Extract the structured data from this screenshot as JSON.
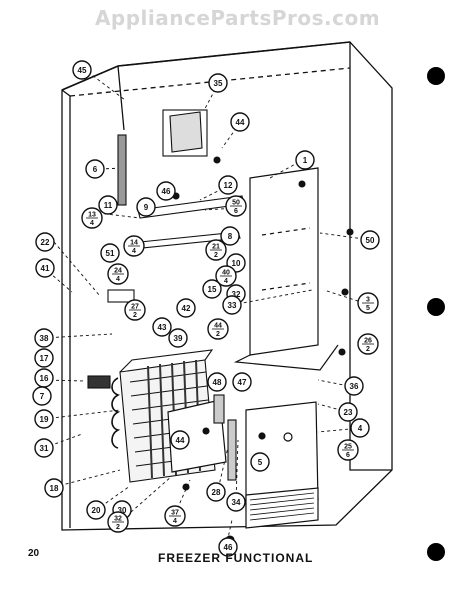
{
  "watermark": "AppliancePartsPros.com",
  "page_number": "20",
  "caption": "FREEZER FUNCTIONAL",
  "callouts": [
    {
      "id": "c45",
      "num": "45"
    },
    {
      "id": "c35",
      "num": "35"
    },
    {
      "id": "c44a",
      "num": "44"
    },
    {
      "id": "c6",
      "num": "6"
    },
    {
      "id": "c1",
      "num": "1"
    },
    {
      "id": "c12",
      "num": "12"
    },
    {
      "id": "c46a",
      "num": "46"
    },
    {
      "id": "c9",
      "num": "9"
    },
    {
      "id": "c50_6",
      "num": "50",
      "den": "6"
    },
    {
      "id": "c11",
      "num": "11"
    },
    {
      "id": "c13_4",
      "num": "13",
      "den": "4"
    },
    {
      "id": "c8",
      "num": "8"
    },
    {
      "id": "c50",
      "num": "50"
    },
    {
      "id": "c22",
      "num": "22"
    },
    {
      "id": "c14_4",
      "num": "14",
      "den": "4"
    },
    {
      "id": "c21_2",
      "num": "21",
      "den": "2"
    },
    {
      "id": "c51",
      "num": "51"
    },
    {
      "id": "c10",
      "num": "10"
    },
    {
      "id": "c41",
      "num": "41"
    },
    {
      "id": "c24_4",
      "num": "24",
      "den": "4"
    },
    {
      "id": "c40_4",
      "num": "40",
      "den": "4"
    },
    {
      "id": "c15",
      "num": "15"
    },
    {
      "id": "c32",
      "num": "32"
    },
    {
      "id": "c27_2",
      "num": "27",
      "den": "2"
    },
    {
      "id": "c33",
      "num": "33"
    },
    {
      "id": "c3_5",
      "num": "3",
      "den": "5"
    },
    {
      "id": "c42",
      "num": "42"
    },
    {
      "id": "c44_2",
      "num": "44",
      "den": "2"
    },
    {
      "id": "c38",
      "num": "38"
    },
    {
      "id": "c43",
      "num": "43"
    },
    {
      "id": "c39",
      "num": "39"
    },
    {
      "id": "c17",
      "num": "17"
    },
    {
      "id": "c26_2",
      "num": "26",
      "den": "2"
    },
    {
      "id": "c16",
      "num": "16"
    },
    {
      "id": "c48",
      "num": "48"
    },
    {
      "id": "c47",
      "num": "47"
    },
    {
      "id": "c36",
      "num": "36"
    },
    {
      "id": "c7",
      "num": "7"
    },
    {
      "id": "c19",
      "num": "19"
    },
    {
      "id": "c23",
      "num": "23"
    },
    {
      "id": "c44b",
      "num": "44"
    },
    {
      "id": "c4",
      "num": "4"
    },
    {
      "id": "c31",
      "num": "31"
    },
    {
      "id": "c25_6",
      "num": "25",
      "den": "6"
    },
    {
      "id": "c5",
      "num": "5"
    },
    {
      "id": "c18",
      "num": "18"
    },
    {
      "id": "c28",
      "num": "28"
    },
    {
      "id": "c34",
      "num": "34"
    },
    {
      "id": "c20",
      "num": "20"
    },
    {
      "id": "c30",
      "num": "30"
    },
    {
      "id": "c32_2",
      "num": "32",
      "den": "2"
    },
    {
      "id": "c37_4",
      "num": "37",
      "den": "4"
    },
    {
      "id": "c46b",
      "num": "46"
    }
  ]
}
